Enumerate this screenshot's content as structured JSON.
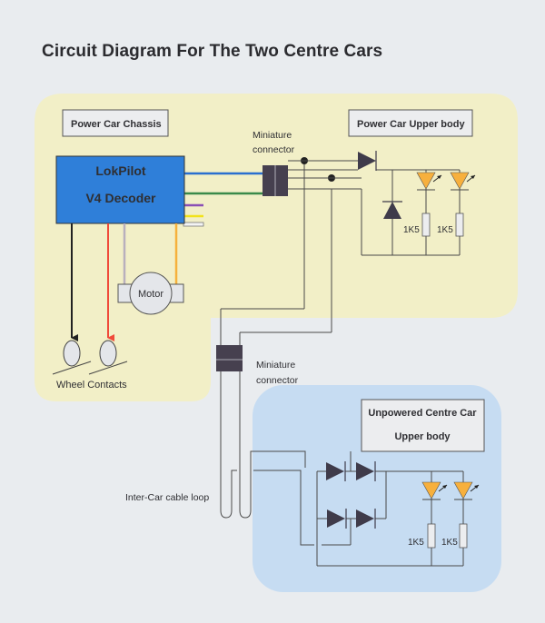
{
  "title": "Circuit Diagram For The Two Centre Cars",
  "colors": {
    "page_bg": "#e9ecef",
    "power_car_region": "#f2efc7",
    "unpowered_region": "#c6dcf2",
    "decoder_fill": "#2f7fd9",
    "connector_fill": "#46404f",
    "diode_fill": "#3f3b4a",
    "led_fill": "#f7b03d",
    "wire": "#4a4a4a",
    "wire_blue": "#2a6fcf",
    "wire_green": "#3a8a4a",
    "wire_purple": "#8a4fb5",
    "wire_yellow": "#f2e21a",
    "wire_white": "#f4f4f4",
    "wire_black": "#222222",
    "wire_red": "#f04a3a",
    "wire_grey": "#b9b0bd",
    "wire_orange": "#f6b13c"
  },
  "regions": {
    "power_car": {
      "chassis_label": "Power Car Chassis",
      "upper_label": "Power Car Upper body"
    },
    "unpowered": {
      "label_line1": "Unpowered Centre Car",
      "label_line2": "Upper body"
    }
  },
  "decoder": {
    "line1": "LokPilot",
    "line2": "V4 Decoder",
    "output_wires": [
      "blue",
      "green",
      "purple",
      "yellow",
      "white"
    ],
    "bottom_wires": [
      "black",
      "red",
      "grey",
      "orange"
    ]
  },
  "motor": {
    "label": "Motor"
  },
  "wheel_contacts": {
    "label": "Wheel Contacts"
  },
  "connectors": [
    {
      "line1": "Miniature",
      "line2": "connector"
    },
    {
      "line1": "Miniature",
      "line2": "connector"
    }
  ],
  "cable_loop": {
    "label": "Inter-Car cable loop"
  },
  "resistors": {
    "power_car": [
      "1K5",
      "1K5"
    ],
    "unpowered": [
      "1K5",
      "1K5"
    ]
  }
}
